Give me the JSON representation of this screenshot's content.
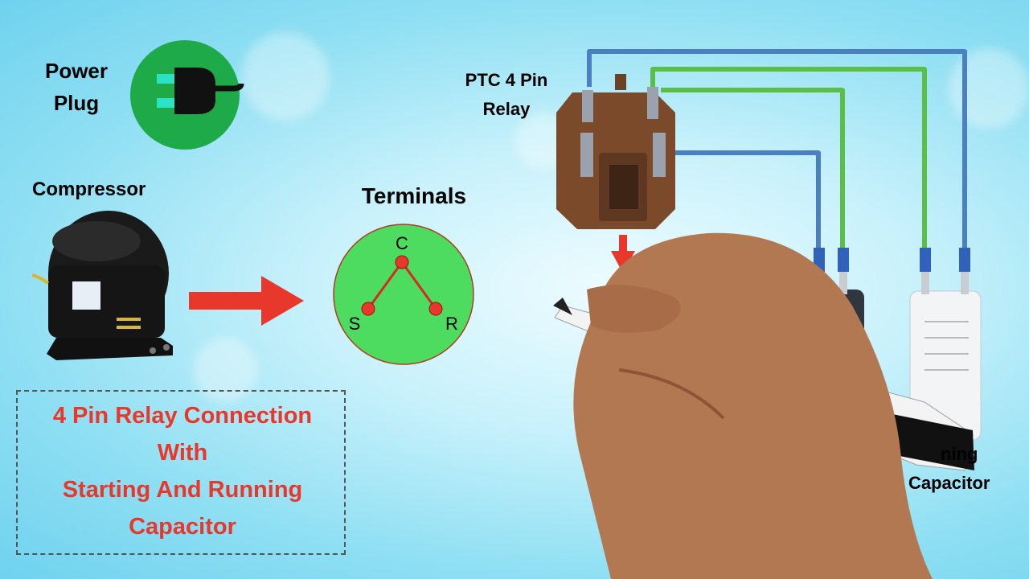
{
  "labels": {
    "power_line1": "Power",
    "power_line2": "Plug",
    "compressor": "Compressor",
    "terminals": "Terminals",
    "relay_line1": "PTC 4 Pin",
    "relay_line2": "Relay",
    "running_cap_line1": "ning",
    "running_cap_line2": "Capacitor"
  },
  "terminals": {
    "c": "C",
    "s": "S",
    "r": "R"
  },
  "title": {
    "line1": "4 Pin Relay Connection",
    "line2": "With",
    "line3": "Starting And Running",
    "line4": "Capacitor"
  },
  "colors": {
    "wire_blue": "#4a7fc1",
    "wire_green": "#5cbf45",
    "arrow_red": "#e8372b",
    "terminal_green": "#4ddc5f",
    "plug_green": "#1faa4a"
  }
}
